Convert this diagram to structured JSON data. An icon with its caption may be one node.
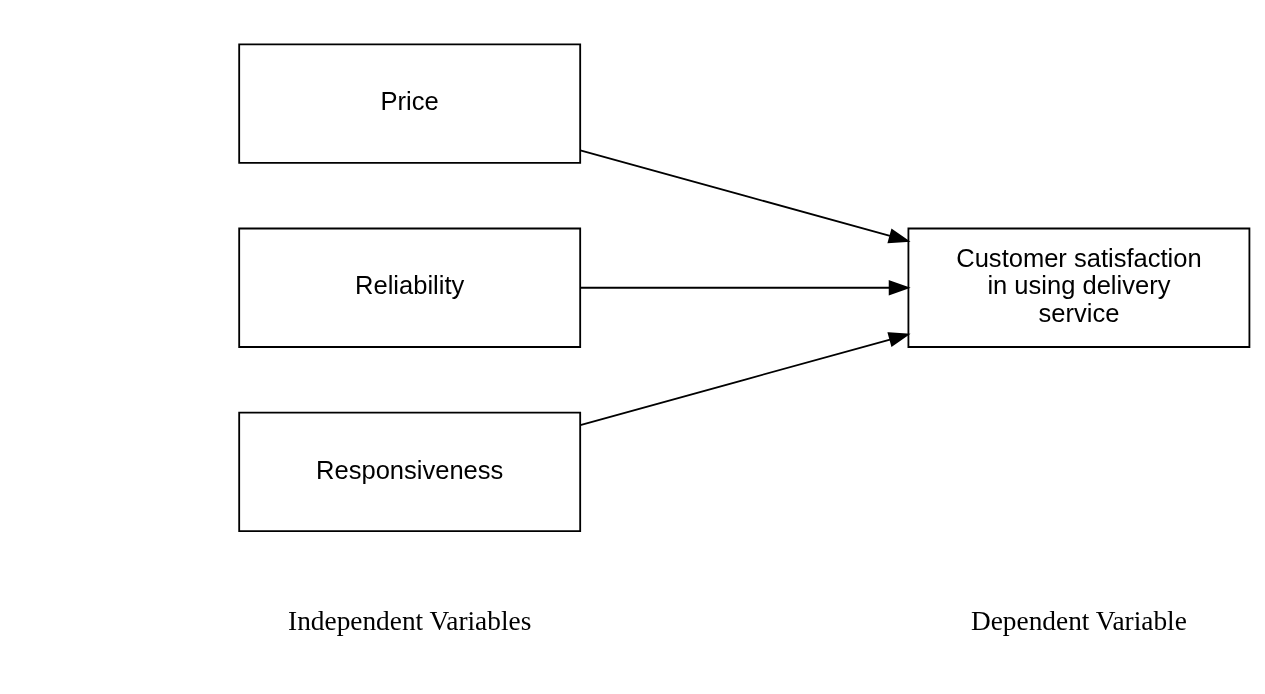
{
  "diagram": {
    "nodes": [
      {
        "text": [
          "Price"
        ]
      },
      {
        "text": [
          "Reliability"
        ]
      },
      {
        "text": [
          "Responsiveness"
        ]
      },
      {
        "text": [
          "Customer satisfaction in using delivery service"
        ]
      }
    ],
    "edges": [
      {
        "from": 0,
        "to": 3,
        "arrow": "to"
      },
      {
        "from": 1,
        "to": 3,
        "arrow": "to"
      },
      {
        "from": 2,
        "to": 3,
        "arrow": "to"
      }
    ],
    "labels": [
      "Independent Variables",
      "Dependent Variable"
    ]
  }
}
